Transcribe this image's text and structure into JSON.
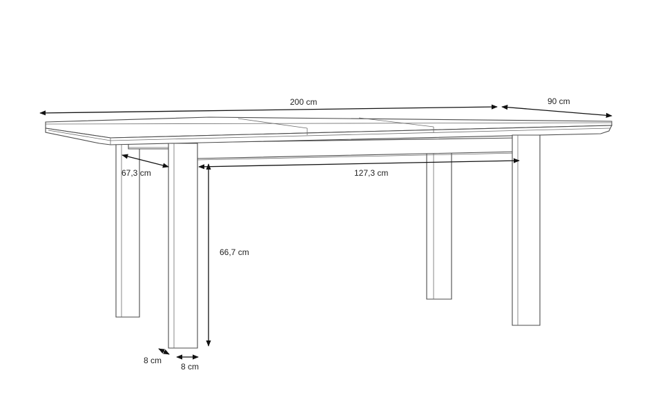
{
  "dimensions": {
    "length": "200 cm",
    "depth": "90 cm",
    "inner_depth": "67,3 cm",
    "inner_length": "127,3 cm",
    "height": "66,7 cm",
    "leg_width": "8 cm",
    "leg_depth": "8 cm"
  },
  "colors": {
    "stroke": "#4a4a4a",
    "dimension_line": "#111111",
    "background": "#ffffff"
  }
}
